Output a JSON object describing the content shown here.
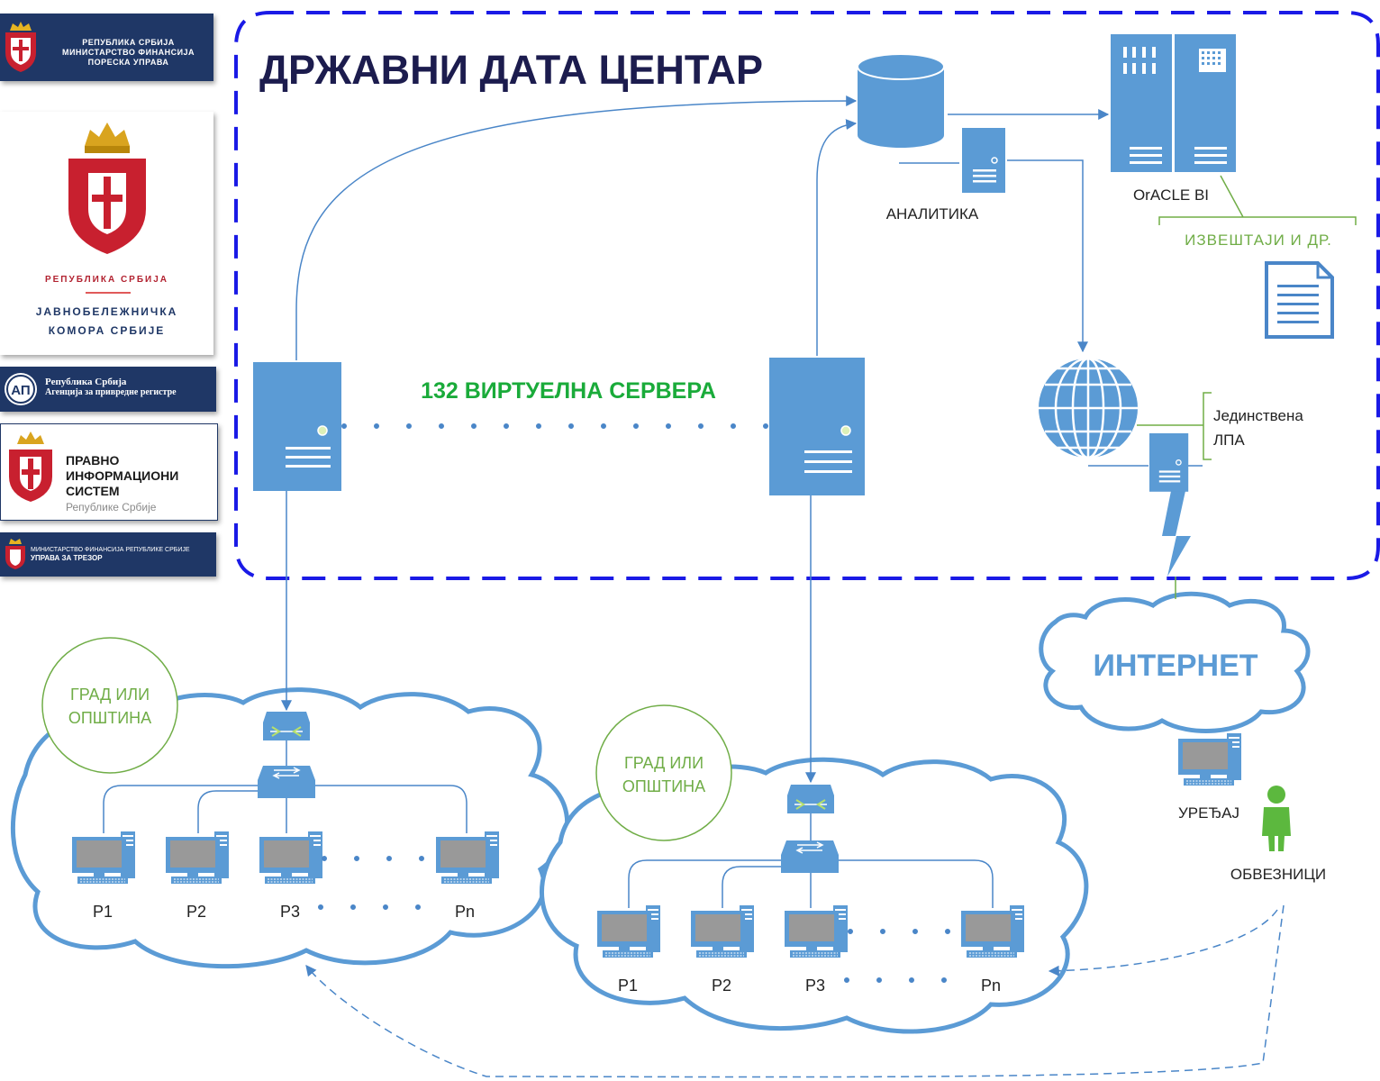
{
  "datacenter": {
    "title": "ДРЖАВНИ ДАТА ЦЕНТАР",
    "virtual_servers_label": "132 ВИРТУЕЛНА СЕРВЕРА",
    "analytics_label": "АНАЛИТИКА",
    "oracle_label": "OrACLE BI",
    "reports_label": "ИЗВЕШТАЈИ И ДР.",
    "lpa_label_line1": "Јединствена",
    "lpa_label_line2": "ЛПА"
  },
  "internet": {
    "label": "ИНТЕРНЕТ",
    "device_label": "УРЕЂАЈ",
    "taxpayers_label": "ОБВЕЗНИЦИ"
  },
  "municipalities": [
    {
      "label_line1": "ГРАД ИЛИ",
      "label_line2": "ОПШТИНА",
      "pcs": [
        "P1",
        "P2",
        "P3",
        "Pn"
      ]
    },
    {
      "label_line1": "ГРАД ИЛИ",
      "label_line2": "ОПШТИНА",
      "pcs": [
        "P1",
        "P2",
        "P3",
        "Pn"
      ]
    }
  ],
  "logos": {
    "tax": {
      "line1": "РЕПУБЛИКА СРБИЈА",
      "line2": "МИНИСТАРСТВО ФИНАНСИЈА",
      "line3": "ПОРЕСКА УПРАВА"
    },
    "notary": {
      "line1": "РЕПУБЛИКА СРБИЈА",
      "line2": "ЈАВНОБЕЛЕЖНИЧКА",
      "line3": "КОМОРА СРБИЈЕ"
    },
    "apr": {
      "line1": "Република Србија",
      "line2": "Агенција за привредне регистре"
    },
    "legal": {
      "line1": "ПРАВНО",
      "line2": "ИНФОРМАЦИОНИ",
      "line3": "СИСТЕМ",
      "line4": "Републике Србије"
    },
    "treasury": {
      "line1": "МИНИСТАРСТВО ФИНАНСИЈА РЕПУБЛИКЕ СРБИЈЕ",
      "line2": "УПРАВА ЗА ТРЕЗОР"
    }
  },
  "colors": {
    "boundary": "#1a1ae6",
    "icon_blue": "#5b9bd5",
    "line_blue": "#4a86c8",
    "green_text": "#70ad47",
    "bold_green": "#1aab3a",
    "title_navy": "#1c1c4e",
    "logo_navy": "#1f3766"
  }
}
